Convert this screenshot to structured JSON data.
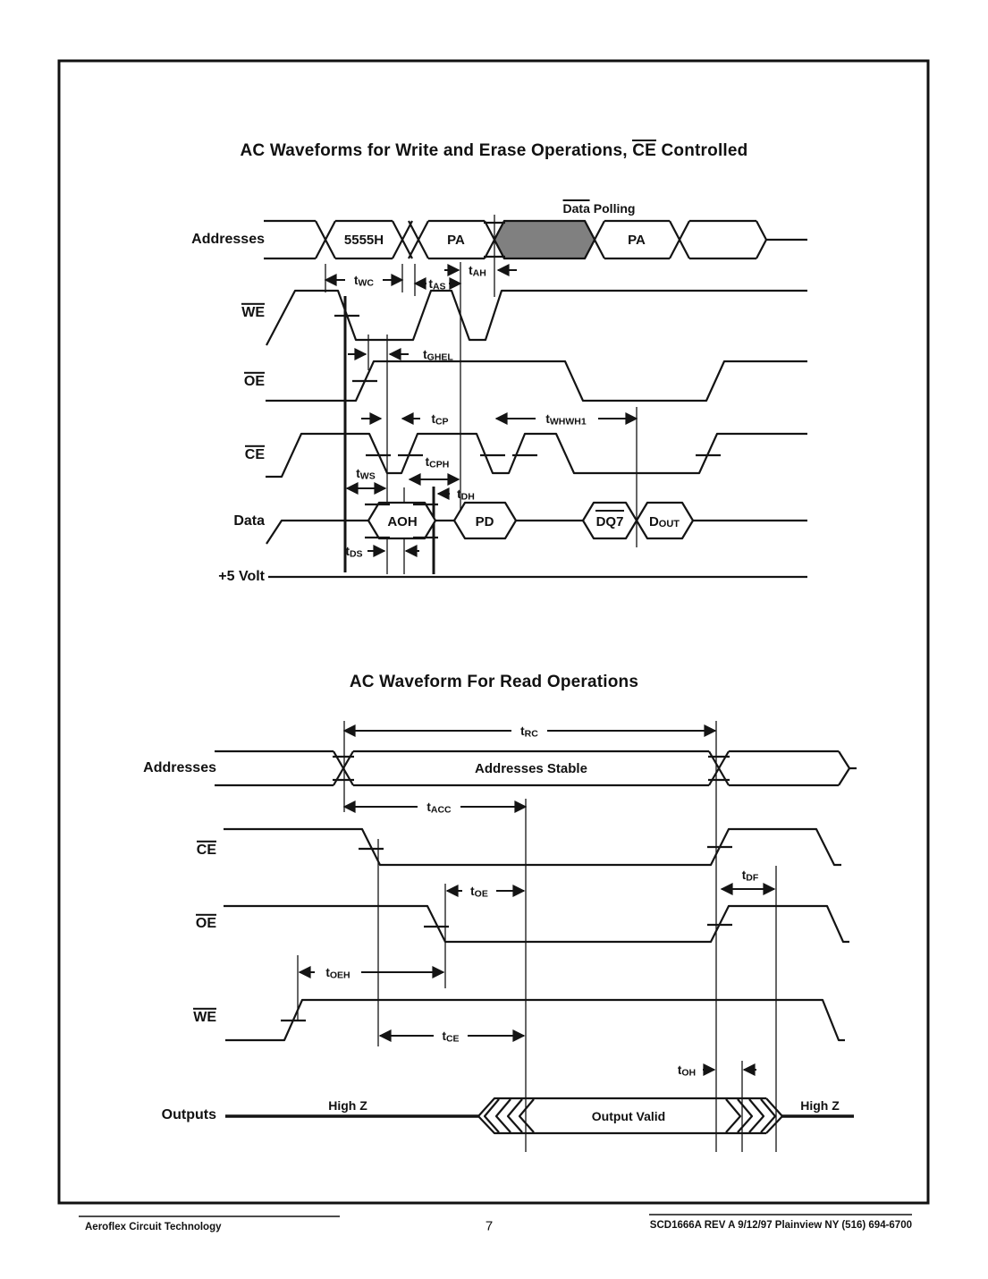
{
  "titles": {
    "write_prefix": "AC Waveforms for Write and Erase Operations, ",
    "write_ce": "CE",
    "write_suffix": " Controlled",
    "read": "AC Waveform For Read Operations"
  },
  "write": {
    "signals": {
      "addresses": "Addresses",
      "we": "WE",
      "oe": "OE",
      "ce": "CE",
      "data": "Data",
      "vcc": "+5 Volt"
    },
    "bus": {
      "cell1": "5555H",
      "cell2": "PA",
      "cell3": "PA",
      "polling_overlined": "Data",
      "polling_rest": " Polling"
    },
    "data_cells": {
      "aoh": "AOH",
      "pd": "PD",
      "dq7": "DQ7",
      "dout_main": "D",
      "dout_sub": "OUT"
    },
    "timings": {
      "twc": {
        "pre": "t",
        "sub": "WC"
      },
      "tas": {
        "pre": "t",
        "sub": "AS"
      },
      "tah": {
        "pre": "t",
        "sub": "AH"
      },
      "tghel": {
        "pre": "t",
        "sub": "GHEL"
      },
      "tcp": {
        "pre": "t",
        "sub": "CP"
      },
      "twhwh1": {
        "pre": "t",
        "sub": "WHWH1"
      },
      "tws": {
        "pre": "t",
        "sub": "WS"
      },
      "tcph": {
        "pre": "t",
        "sub": "CPH"
      },
      "tdh": {
        "pre": "t",
        "sub": "DH"
      },
      "tds": {
        "pre": "t",
        "sub": "DS"
      }
    }
  },
  "read": {
    "signals": {
      "addresses": "Addresses",
      "ce": "CE",
      "oe": "OE",
      "we": "WE",
      "outputs": "Outputs"
    },
    "bus": {
      "stable": "Addresses Stable"
    },
    "outputs": {
      "highz_left": "High Z",
      "valid": "Output Valid",
      "highz_right": "High Z"
    },
    "timings": {
      "trc": {
        "pre": "t",
        "sub": "RC"
      },
      "tacc": {
        "pre": "t",
        "sub": "ACC"
      },
      "toe": {
        "pre": "t",
        "sub": "OE"
      },
      "tdf": {
        "pre": "t",
        "sub": "DF"
      },
      "toeh": {
        "pre": "t",
        "sub": "OEH"
      },
      "tce": {
        "pre": "t",
        "sub": "CE"
      },
      "toh": {
        "pre": "t",
        "sub": "OH"
      }
    }
  },
  "footer": {
    "company": "Aeroflex Circuit Technology",
    "page": "7",
    "docinfo": "SCD1666A REV A 9/12/97  Plainview NY (516) 694-6700"
  },
  "colors": {
    "shaded_cell": "#808080"
  }
}
